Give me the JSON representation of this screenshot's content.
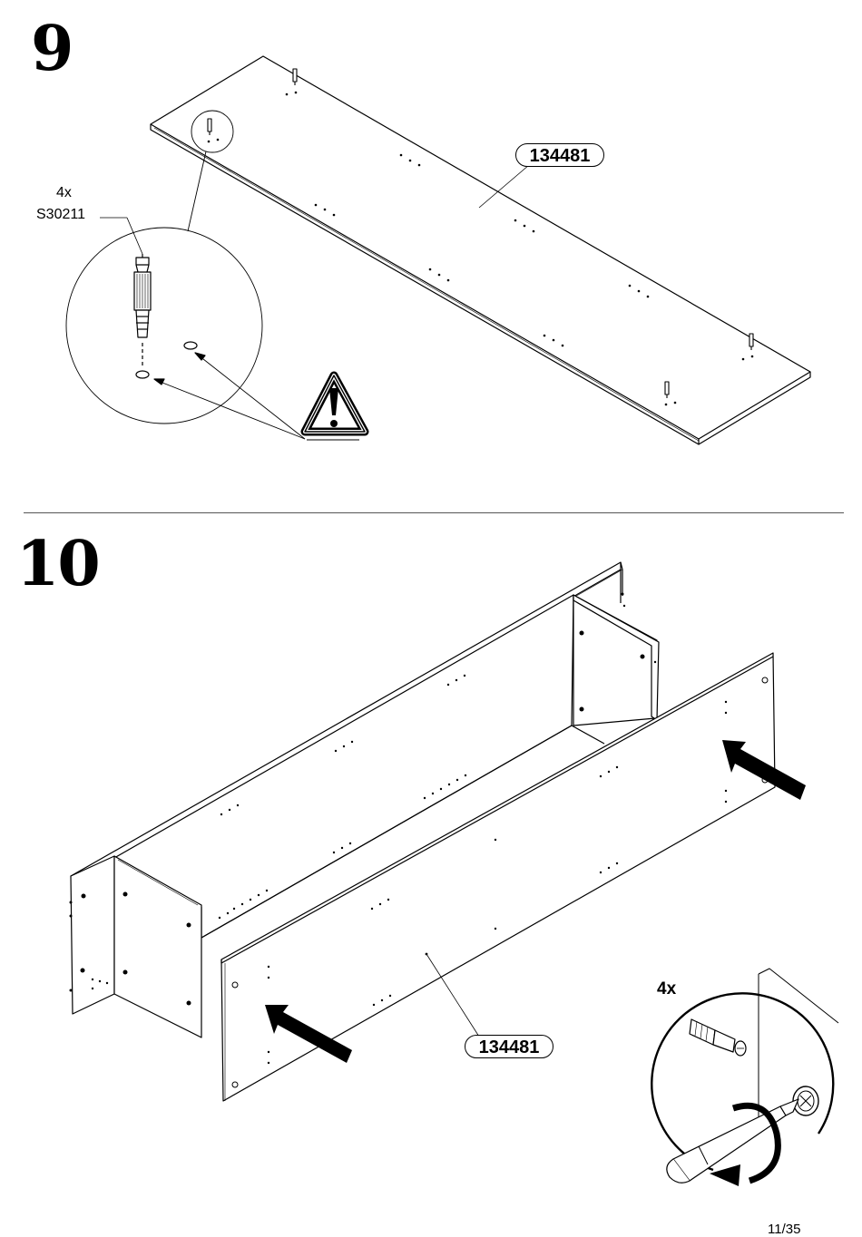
{
  "steps": {
    "step9": {
      "number": "9",
      "qty": "4x",
      "fitting_code": "S30211",
      "panel_code": "134481"
    },
    "step10": {
      "number": "10",
      "panel_code": "134481",
      "screw_qty": "4x"
    }
  },
  "footer": {
    "page_number": "11/35"
  },
  "icons": {
    "warning": "warning-triangle-icon",
    "push_arrow": "push-arrow-icon",
    "rotate": "rotate-clockwise-icon"
  },
  "colors": {
    "line": "#000000",
    "divider": "#555555",
    "background": "#ffffff"
  }
}
